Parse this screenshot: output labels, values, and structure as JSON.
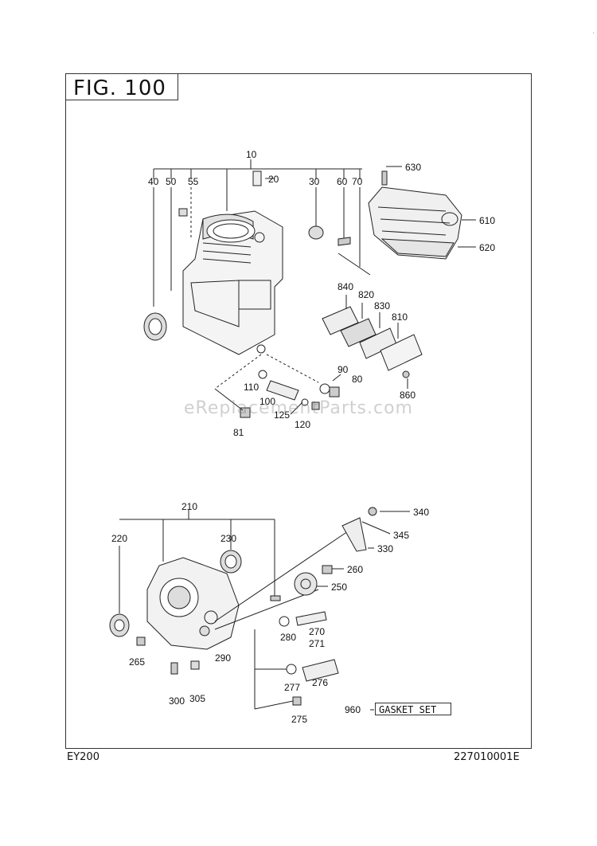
{
  "figure_label": "FIG. 100",
  "model": "EY200",
  "doc_number": "227010001E",
  "watermark": "eReplacementParts.com",
  "gasket_set_label": "GASKET SET",
  "corner_mark": "·",
  "part_numbers": {
    "p10": "10",
    "p20": "20",
    "p30": "30",
    "p40": "40",
    "p50": "50",
    "p55": "55",
    "p60": "60",
    "p70": "70",
    "p630": "630",
    "p610": "610",
    "p620": "620",
    "p840": "840",
    "p820": "820",
    "p830": "830",
    "p810": "810",
    "p90": "90",
    "p80": "80",
    "p860": "860",
    "p110": "110",
    "p100": "100",
    "p125": "125",
    "p120": "120",
    "p81": "81",
    "p210": "210",
    "p220": "220",
    "p230": "230",
    "p340": "340",
    "p345": "345",
    "p330": "330",
    "p260": "260",
    "p250": "250",
    "p280": "280",
    "p270": "270",
    "p271": "271",
    "p265": "265",
    "p290": "290",
    "p277": "277",
    "p276": "276",
    "p300": "300",
    "p305": "305",
    "p275": "275",
    "p960": "960"
  }
}
